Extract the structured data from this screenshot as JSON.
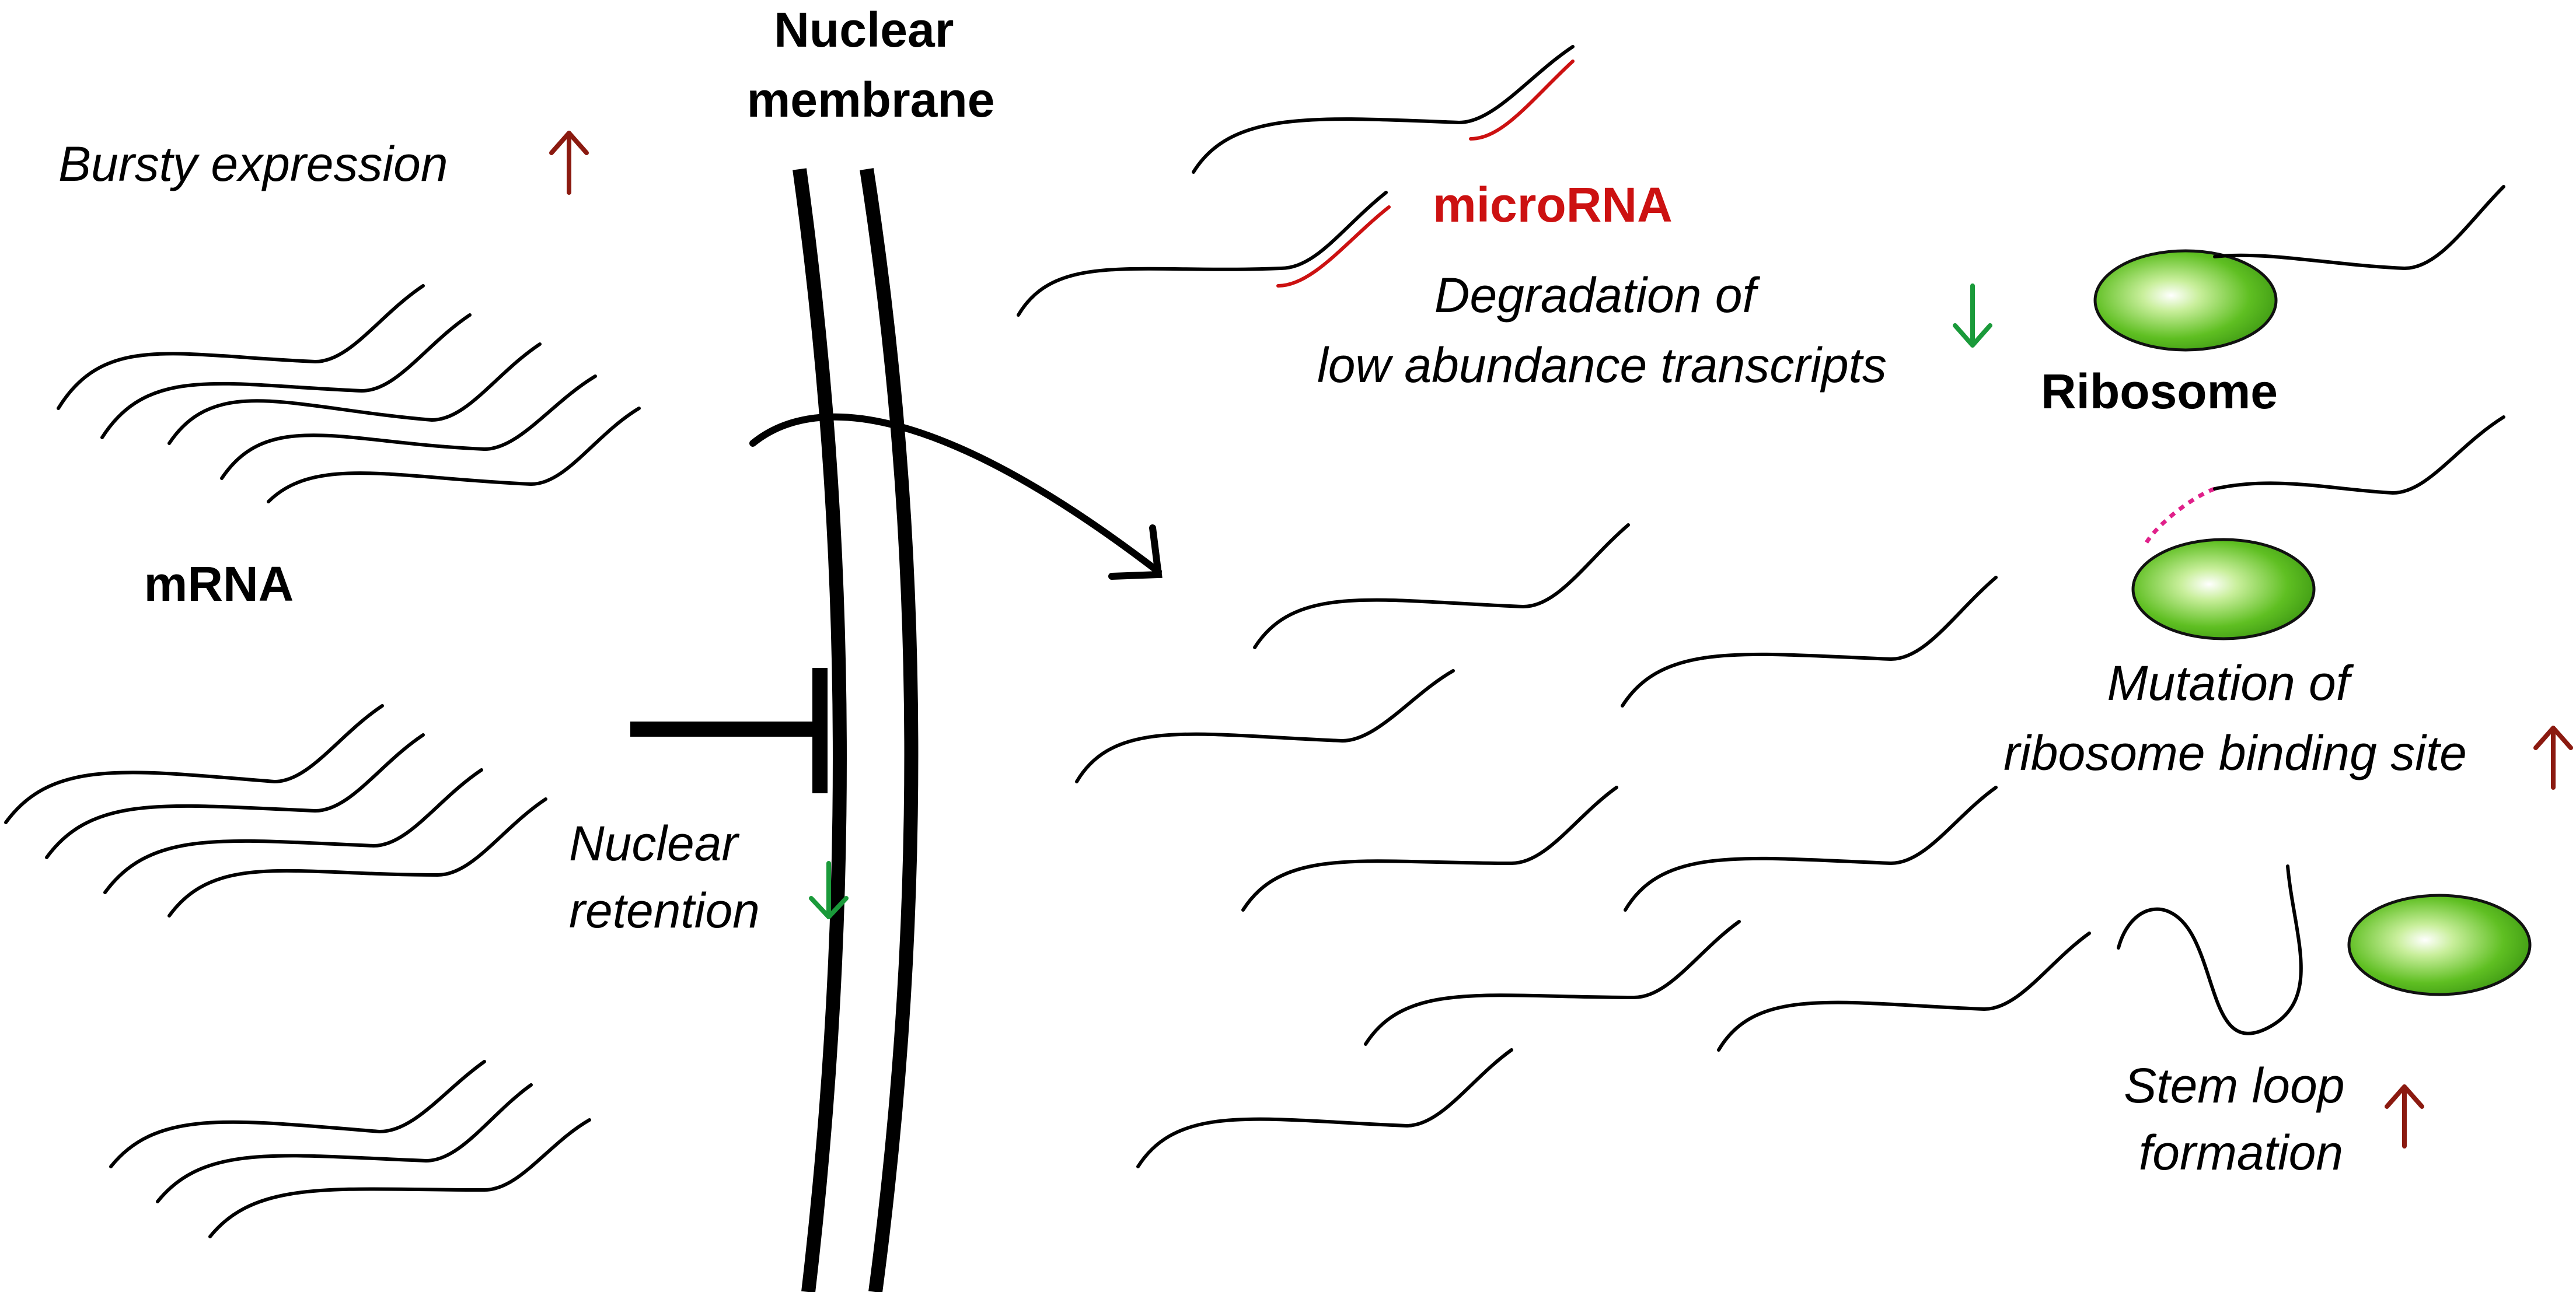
{
  "labels": {
    "membrane_line1": "Nuclear",
    "membrane_line2": "membrane",
    "bursty": "Bursty expression",
    "mrna": "mRNA",
    "nuclear_retention_line1": "Nuclear",
    "nuclear_retention_line2": "retention",
    "microrna": "microRNA",
    "degradation_line1": "Degradation of",
    "degradation_line2": "low abundance transcripts",
    "ribosome": "Ribosome",
    "mutation_line1": "Mutation of",
    "mutation_line2": "ribosome binding site",
    "stemloop_line1": "Stem loop",
    "stemloop_line2": "formation"
  },
  "colors": {
    "increase_arrow": "#8b1a10",
    "decrease_arrow": "#1a9a3a",
    "microrna": "#cc1111",
    "ribosome_fill": "#4caf1a",
    "rbs_mutation": "#e0208a"
  }
}
